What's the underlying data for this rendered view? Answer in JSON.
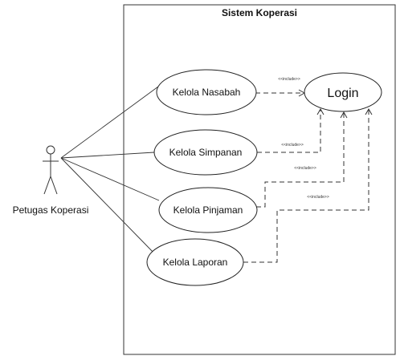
{
  "system": {
    "title": "Sistem Koperasi"
  },
  "actor": {
    "label": "Petugas Koperasi"
  },
  "use_cases": {
    "kelola_nasabah": "Kelola Nasabah",
    "kelola_simpanan": "Kelola Simpanan",
    "kelola_pinjaman": "Kelola Pinjaman",
    "kelola_laporan": "Kelola Laporan",
    "login": "Login"
  },
  "relations": {
    "include_label": "<<include>>",
    "includes": [
      {
        "from": "Kelola Nasabah",
        "to": "Login",
        "label": "<<include>>"
      },
      {
        "from": "Kelola Simpanan",
        "to": "Login",
        "label": "<<include>>"
      },
      {
        "from": "Kelola Pinjaman",
        "to": "Login",
        "label": "<<include>>"
      },
      {
        "from": "Kelola Laporan",
        "to": "Login",
        "label": "<<include>>"
      }
    ]
  }
}
